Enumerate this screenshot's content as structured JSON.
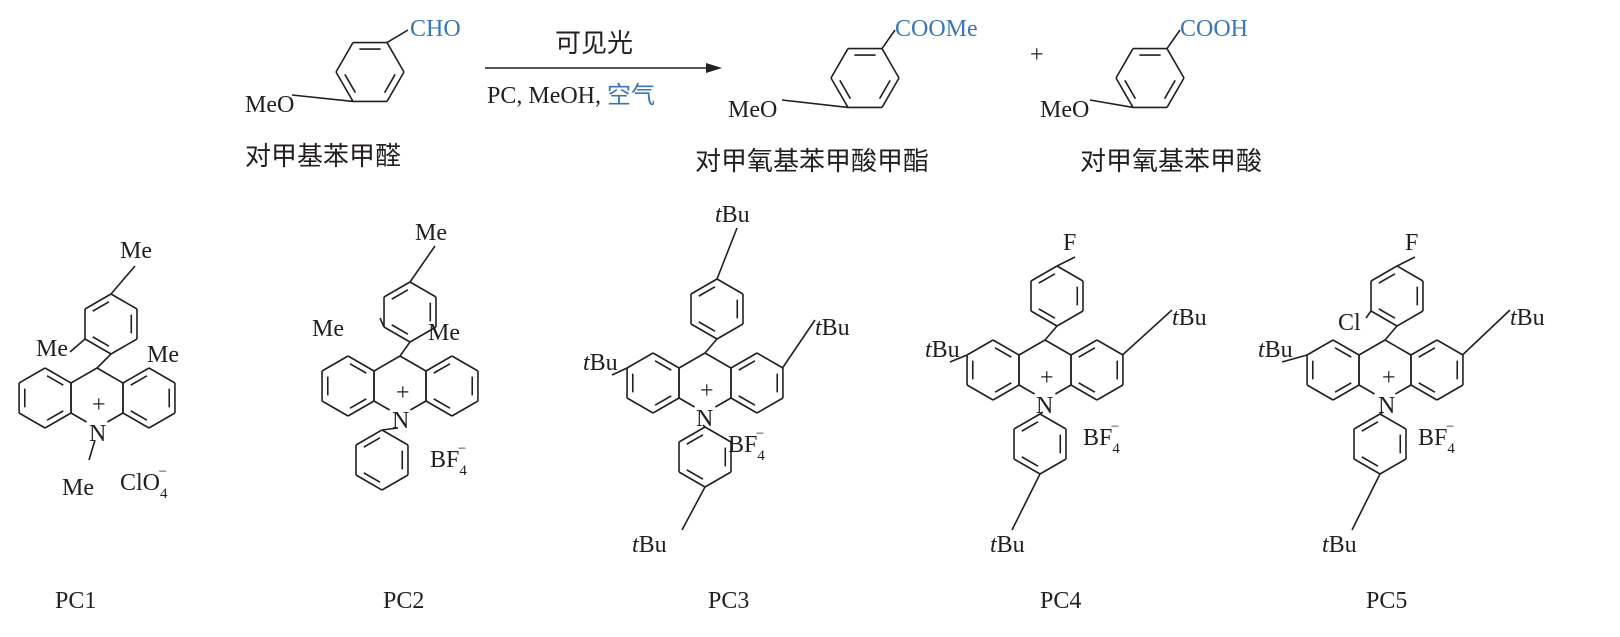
{
  "reaction": {
    "reactant_substituent": "CHO",
    "reactant_donor": "MeO",
    "reactant_name": "对甲基苯甲醛",
    "condition_above": "可见光",
    "condition_below": "PC, MeOH, ",
    "condition_below_air": "空气",
    "product1_substituent": "COOMe",
    "product1_donor": "MeO",
    "product1_name": "对甲氧基苯甲酸甲酯",
    "plus": "+",
    "product2_substituent": "COOH",
    "product2_donor": "MeO",
    "product2_name": "对甲氧基苯甲酸"
  },
  "colors": {
    "accent": "#3a77b4",
    "ink": "#231f20"
  },
  "catalysts": [
    {
      "label": "PC1",
      "top": "Me",
      "left": "Me",
      "right": "Me",
      "n_sub": "Me",
      "ion": "ClO",
      "ion_sub": "4",
      "ion_sup": "−"
    },
    {
      "label": "PC2",
      "top": "Me",
      "left": "Me",
      "right": "Me",
      "ion": "BF",
      "ion_sub": "4",
      "ion_sup": "−"
    },
    {
      "label": "PC3",
      "t": "t",
      "bu": "Bu",
      "ion": "BF",
      "ion_sub": "4",
      "ion_sup": "−"
    },
    {
      "label": "PC4",
      "top": "F",
      "t": "t",
      "bu": "Bu",
      "ion": "BF",
      "ion_sub": "4",
      "ion_sup": "−"
    },
    {
      "label": "PC5",
      "top": "F",
      "cl": "Cl",
      "t": "t",
      "bu": "Bu",
      "ion": "BF",
      "ion_sub": "4",
      "ion_sup": "−"
    }
  ],
  "atoms": {
    "n": "N",
    "plus": "+"
  }
}
